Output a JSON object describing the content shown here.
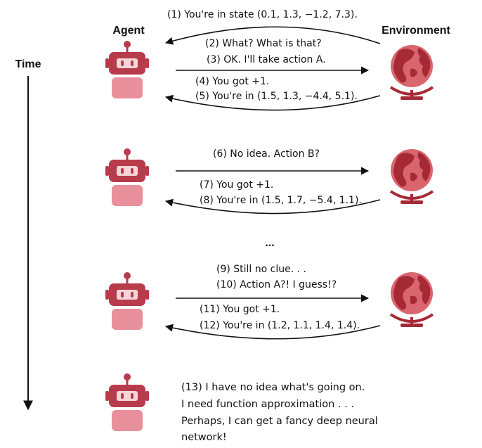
{
  "labels": {
    "agent": "Agent",
    "environment": "Environment",
    "time": "Time",
    "ellipsis": "..."
  },
  "colors": {
    "robot_dark": "#b83b4c",
    "robot_light": "#e8909b",
    "globe_dark": "#a52a36",
    "globe_light": "#d9656f",
    "stroke": "#111111"
  },
  "messages": {
    "m1": "(1) You're in state (0.1, 1.3, −1.2, 7.3).",
    "m2": "(2) What? What is that?",
    "m3": "(3) OK. I'll take action A.",
    "m4": "(4) You got +1.",
    "m5": "(5) You're in (1.5, 1.3, −4.4, 5.1).",
    "m6": "(6) No idea. Action B?",
    "m7": "(7) You got +1.",
    "m8": "(8) You're in (1.5, 1.7, −5.4, 1.1).",
    "m9": "(9) Still no clue. . .",
    "m10": "(10) Action A?! I guess!?",
    "m11": "(11) You got +1.",
    "m12": "(12) You're in (1.2, 1.1, 1.4, 1.4)."
  },
  "final_note": [
    "(13) I have no idea what's going on.",
    "I need function approximation . . .",
    "Perhaps, I can get a fancy deep neural",
    "network!"
  ]
}
